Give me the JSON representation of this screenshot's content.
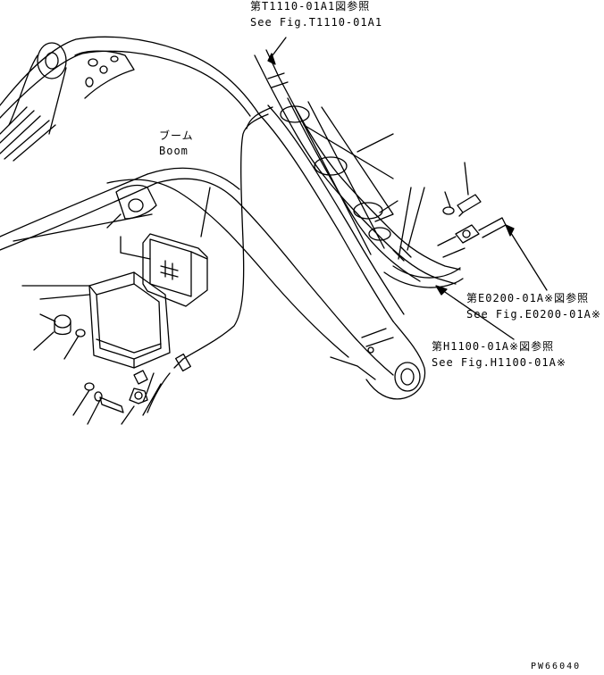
{
  "callouts": {
    "top_ref_jp": "第T1110-01A1図参照",
    "top_ref_en": "See Fig.T1110-01A1",
    "boom_jp": "ブーム",
    "boom_en": "Boom",
    "e0200_jp": "第E0200-01A※図参照",
    "e0200_en": "See Fig.E0200-01A※",
    "h1100_jp": "第H1100-01A※図参照",
    "h1100_en": "See Fig.H1100-01A※"
  },
  "drawing_code": "PW66040",
  "colors": {
    "ink": "#000000",
    "paper": "#ffffff"
  }
}
